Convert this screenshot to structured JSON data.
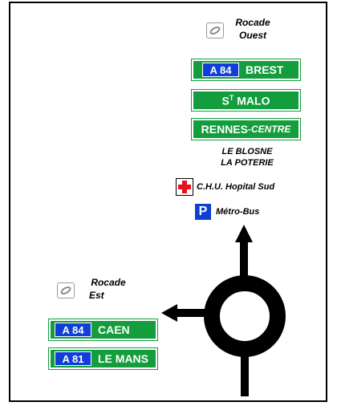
{
  "top_direction": {
    "line1": "Rocade",
    "line2": "Ouest",
    "logo_icon": "ring-road-icon"
  },
  "top_panels": [
    {
      "road": "A 84",
      "destination": "BREST"
    },
    {
      "destination_main": "S",
      "destination_sup": "T",
      "destination_rest": " MALO"
    },
    {
      "destination": "RENNES",
      "destination_suffix": "-CENTRE"
    }
  ],
  "districts": {
    "line1": "LE BLOSNE",
    "line2": "LA POTERIE"
  },
  "services": [
    {
      "icon": "hospital-cross-icon",
      "label": "C.H.U. Hopital Sud"
    },
    {
      "icon": "parking-icon",
      "symbol": "P",
      "label": "Métro-Bus"
    }
  ],
  "left_direction": {
    "line1": "Rocade",
    "line2": "Est",
    "logo_icon": "ring-road-icon"
  },
  "left_panels": [
    {
      "road": "A 84",
      "destination": "CAEN"
    },
    {
      "road": "A 81",
      "destination": "LE MANS"
    }
  ],
  "colors": {
    "green": "#139d3c",
    "blue": "#0f3fd6",
    "red": "#e8101a"
  }
}
